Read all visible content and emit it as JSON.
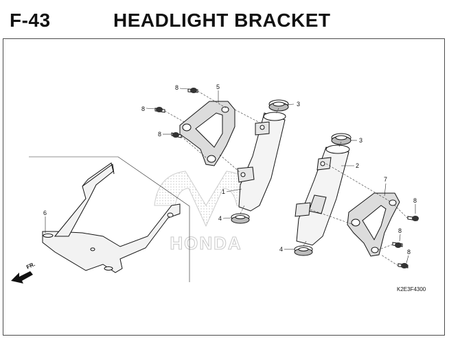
{
  "header": {
    "section_code": "F-43",
    "title": "HEADLIGHT BRACKET"
  },
  "diagram": {
    "drawing_code": "K2E3F4300",
    "watermark": "HONDA",
    "direction_label": "FR.",
    "callouts": [
      {
        "id": "callout-1",
        "number": "1"
      },
      {
        "id": "callout-2",
        "number": "2"
      },
      {
        "id": "callout-3a",
        "number": "3"
      },
      {
        "id": "callout-3b",
        "number": "3"
      },
      {
        "id": "callout-4a",
        "number": "4"
      },
      {
        "id": "callout-4b",
        "number": "4"
      },
      {
        "id": "callout-5",
        "number": "5"
      },
      {
        "id": "callout-6",
        "number": "6"
      },
      {
        "id": "callout-7",
        "number": "7"
      },
      {
        "id": "callout-8a",
        "number": "8"
      },
      {
        "id": "callout-8b",
        "number": "8"
      },
      {
        "id": "callout-8c",
        "number": "8"
      },
      {
        "id": "callout-8d",
        "number": "8"
      },
      {
        "id": "callout-8e",
        "number": "8"
      },
      {
        "id": "callout-8f",
        "number": "8"
      }
    ]
  }
}
